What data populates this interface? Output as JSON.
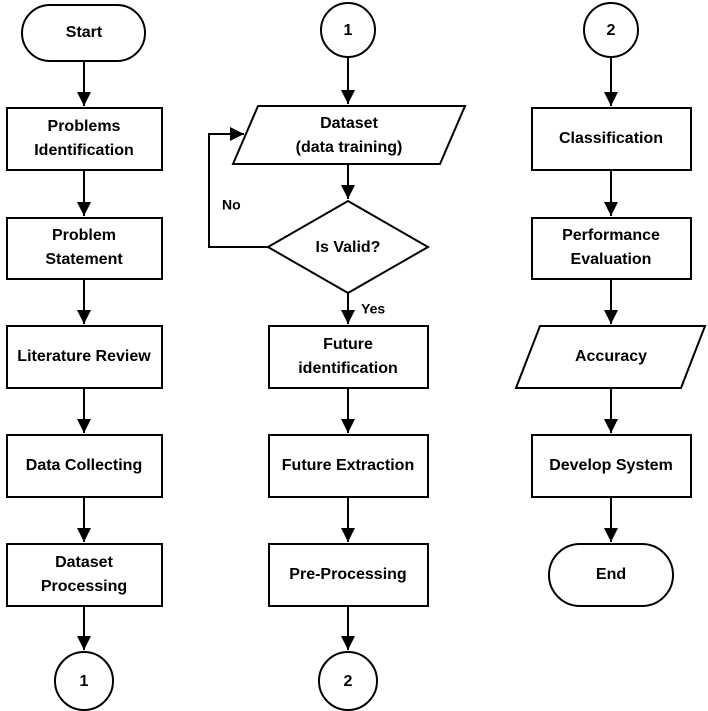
{
  "column1": {
    "start": "Start",
    "problems_identification": [
      "Problems",
      "Identification"
    ],
    "problem_statement": [
      "Problem",
      "Statement"
    ],
    "literature_review": "Literature Review",
    "data_collecting": "Data Collecting",
    "dataset_processing": [
      "Dataset",
      "Processing"
    ],
    "connector_out": "1"
  },
  "column2": {
    "connector_in": "1",
    "dataset": [
      "Dataset",
      "(data training)"
    ],
    "decision": "Is Valid?",
    "no_label": "No",
    "yes_label": "Yes",
    "future_identification": [
      "Future",
      "identification"
    ],
    "future_extraction": "Future Extraction",
    "pre_processing": "Pre-Processing",
    "connector_out": "2"
  },
  "column3": {
    "connector_in": "2",
    "classification": "Classification",
    "performance_evaluation": [
      "Performance",
      "Evaluation"
    ],
    "accuracy": "Accuracy",
    "develop_system": "Develop System",
    "end": "End"
  },
  "colors": {
    "stroke": "#000000",
    "fill": "#ffffff",
    "text": "#000000"
  }
}
